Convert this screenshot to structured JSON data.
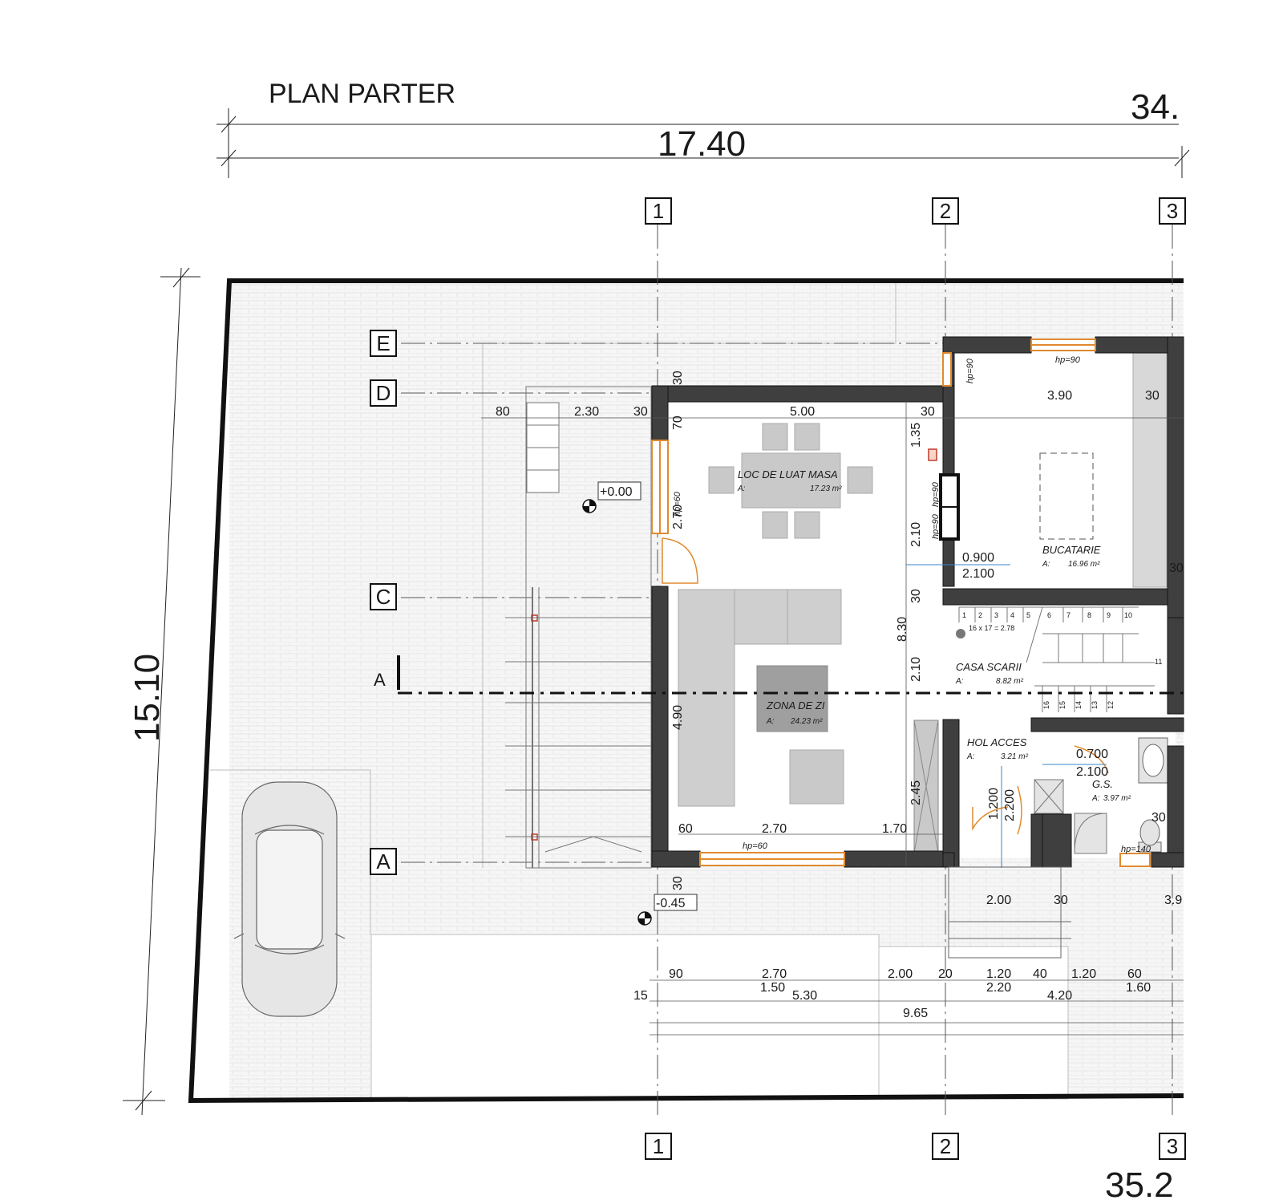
{
  "sheet_title": "PLAN PARTER",
  "dimensions": {
    "overall_top": "17.40",
    "overall_top_cut": "34.",
    "overall_bottom_cut": "35.2",
    "site_depth": "15.10",
    "top_row": [
      "80",
      "2.30",
      "30",
      "5.00",
      "30",
      "3.90",
      "30"
    ],
    "verticals": [
      "30",
      "70",
      "1.35",
      "2.70",
      "2.10",
      "30",
      "8.30",
      "2.10",
      "4.90",
      "2.45",
      "30",
      "30",
      "30"
    ],
    "inner_bottom": [
      "60",
      "2.70",
      "1.70",
      "2.00",
      "30",
      "3.9"
    ],
    "chain_1": [
      "90",
      "2.70",
      "2.00",
      "20",
      "1.20",
      "40",
      "1.20",
      "60"
    ],
    "chain_2": [
      "15",
      "1.50",
      "5.30",
      "2.20",
      "4.20",
      "1.60"
    ],
    "chain_3": "9.65"
  },
  "grid": {
    "columns": [
      "1",
      "2",
      "3"
    ],
    "rows": [
      "E",
      "D",
      "C",
      "A"
    ]
  },
  "section_marker": "A",
  "levels": [
    "+0.00",
    "-0.45"
  ],
  "openings": {
    "sill_heights": [
      "hp=90",
      "hp=90",
      "hp=60",
      "hp=90",
      "hp=90",
      "hp=60",
      "hp=140"
    ],
    "door_sizes": [
      {
        "w": "0.900",
        "h": "2.100"
      },
      {
        "w": "0.700",
        "h": "2.100"
      },
      {
        "w": "1.200",
        "h": "2.200"
      }
    ]
  },
  "rooms": [
    {
      "name": "LOC DE LUAT MASA",
      "area_label": "A:",
      "area": "17.23 m²"
    },
    {
      "name": "BUCATARIE",
      "area_label": "A:",
      "area": "16.96 m²"
    },
    {
      "name": "CASA SCARII",
      "area_label": "A:",
      "area": "8.82 m²"
    },
    {
      "name": "ZONA DE ZI",
      "area_label": "A:",
      "area": "24.23 m²"
    },
    {
      "name": "HOL ACCES",
      "area_label": "A:",
      "area": "3.21 m²"
    },
    {
      "name": "G.S.",
      "area_label": "A:",
      "area": "3.97 m²"
    }
  ],
  "stair": {
    "formula": "16 x 17 = 2.78",
    "steps_top": [
      "1",
      "2",
      "3",
      "4",
      "5",
      "6",
      "7",
      "8",
      "9",
      "10"
    ],
    "step_right": "11",
    "steps_bottom": [
      "16",
      "15",
      "14",
      "13",
      "12"
    ]
  },
  "colors": {
    "wall": "#3f3f3f",
    "wall_edge": "#141414",
    "paving": "#f3f3f3",
    "furniture": "#c9c9c9",
    "furniture_dark": "#9f9f9f",
    "window": "#e08a2e",
    "door_size_line": "#3a86c8",
    "marker": "#c0392b"
  }
}
